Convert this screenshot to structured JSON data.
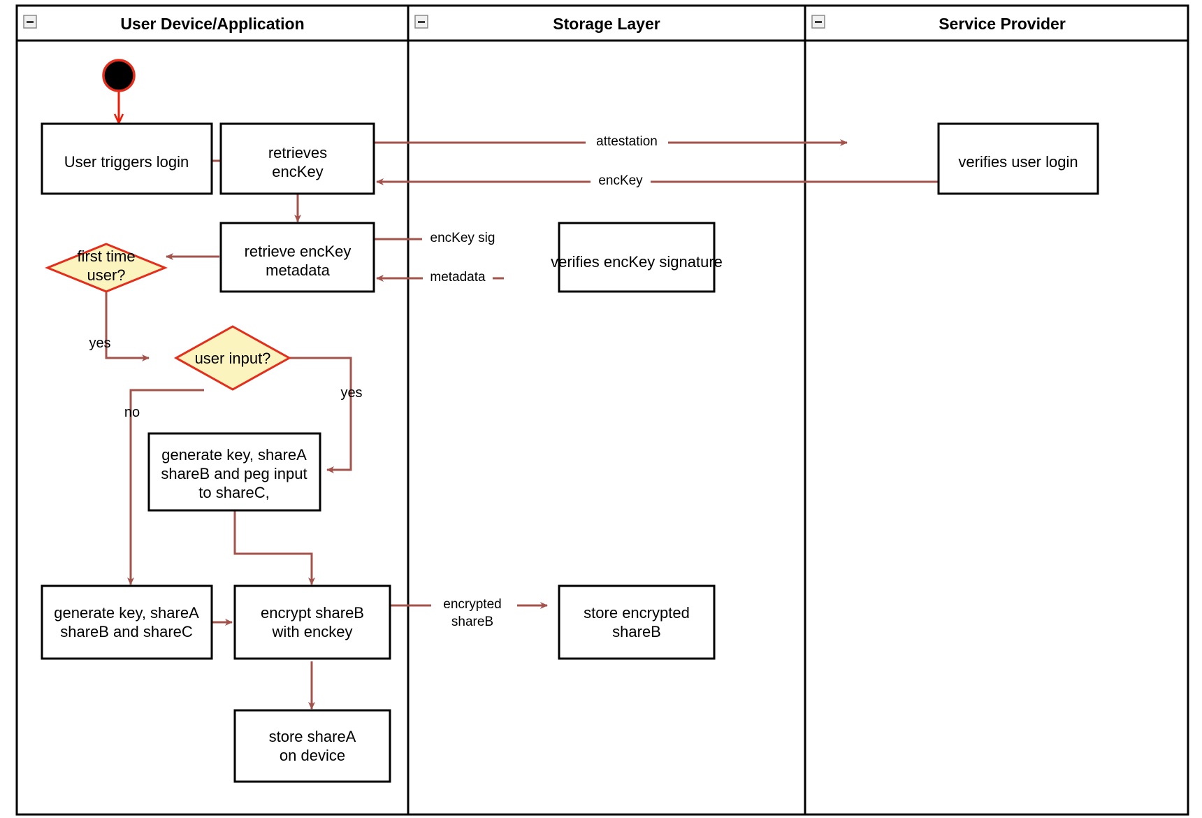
{
  "diagram": {
    "kind": "uml-activity-swimlane",
    "colors": {
      "flow_arrow": "#a3534b",
      "start_arrow": "#f01b06",
      "decision_fill": "#fcf4bf",
      "decision_stroke": "#e52d1c",
      "node_fill": "#ffffff",
      "node_stroke": "#000000",
      "lane_stroke": "#000000"
    },
    "lanes": [
      {
        "id": "user-device",
        "title": "User Device/Application",
        "collapse_icon": "minus-icon"
      },
      {
        "id": "storage-layer",
        "title": "Storage Layer",
        "collapse_icon": "minus-icon"
      },
      {
        "id": "service-provider",
        "title": "Service Provider",
        "collapse_icon": "minus-icon"
      }
    ],
    "nodes": [
      {
        "id": "start",
        "type": "initial-node",
        "label": "",
        "lane": "user-device"
      },
      {
        "id": "user-triggers-login",
        "type": "action",
        "lane": "user-device",
        "lines": [
          "User triggers login"
        ]
      },
      {
        "id": "retrieves-enckey",
        "type": "action",
        "lane": "user-device",
        "lines": [
          "retrieves",
          "encKey"
        ]
      },
      {
        "id": "verifies-user-login",
        "type": "action",
        "lane": "service-provider",
        "lines": [
          "verifies user login"
        ]
      },
      {
        "id": "retrieve-enckey-metadata",
        "type": "action",
        "lane": "user-device",
        "lines": [
          "retrieve encKey",
          "metadata"
        ]
      },
      {
        "id": "verifies-enckey-signature",
        "type": "action",
        "lane": "storage-layer",
        "lines": [
          "verifies encKey signature"
        ]
      },
      {
        "id": "first-time-user",
        "type": "decision",
        "lane": "user-device",
        "lines": [
          "first time",
          "user?"
        ]
      },
      {
        "id": "user-input",
        "type": "decision",
        "lane": "user-device",
        "lines": [
          "user input?"
        ]
      },
      {
        "id": "generate-key-peg",
        "type": "action",
        "lane": "user-device",
        "lines": [
          "generate key, shareA",
          "shareB and peg input",
          "to shareC,"
        ]
      },
      {
        "id": "generate-key-shares",
        "type": "action",
        "lane": "user-device",
        "lines": [
          "generate key, shareA",
          "shareB and shareC"
        ]
      },
      {
        "id": "encrypt-shareb",
        "type": "action",
        "lane": "user-device",
        "lines": [
          "encrypt shareB",
          "with enckey"
        ]
      },
      {
        "id": "store-encrypted-shareb",
        "type": "action",
        "lane": "storage-layer",
        "lines": [
          "store encrypted",
          "shareB"
        ]
      },
      {
        "id": "store-sharea-on-device",
        "type": "action",
        "lane": "user-device",
        "lines": [
          "store shareA",
          "on device"
        ]
      }
    ],
    "edges": [
      {
        "id": "e-start",
        "from": "start",
        "to": "user-triggers-login",
        "label": ""
      },
      {
        "id": "e-login-retrieve",
        "from": "user-triggers-login",
        "to": "retrieves-enckey",
        "label": ""
      },
      {
        "id": "e-attestation",
        "from": "retrieves-enckey",
        "to": "verifies-user-login",
        "label": "attestation"
      },
      {
        "id": "e-enckey",
        "from": "verifies-user-login",
        "to": "retrieves-enckey",
        "label": "encKey"
      },
      {
        "id": "e-retrieve-meta",
        "from": "retrieves-enckey",
        "to": "retrieve-enckey-metadata",
        "label": ""
      },
      {
        "id": "e-enckey-sig",
        "from": "retrieve-enckey-metadata",
        "to": "verifies-enckey-signature",
        "label": "encKey sig"
      },
      {
        "id": "e-metadata",
        "from": "verifies-enckey-signature",
        "to": "retrieve-enckey-metadata",
        "label": "metadata"
      },
      {
        "id": "e-meta-firsttime",
        "from": "retrieve-enckey-metadata",
        "to": "first-time-user",
        "label": ""
      },
      {
        "id": "e-firsttime-yes",
        "from": "first-time-user",
        "to": "user-input",
        "label": "yes"
      },
      {
        "id": "e-userinput-yes",
        "from": "user-input",
        "to": "generate-key-peg",
        "label": "yes"
      },
      {
        "id": "e-userinput-no",
        "from": "user-input",
        "to": "generate-key-shares",
        "label": "no"
      },
      {
        "id": "e-peg-encrypt",
        "from": "generate-key-peg",
        "to": "encrypt-shareb",
        "label": ""
      },
      {
        "id": "e-shares-encrypt",
        "from": "generate-key-shares",
        "to": "encrypt-shareb",
        "label": ""
      },
      {
        "id": "e-encrypted-shareb",
        "from": "encrypt-shareb",
        "to": "store-encrypted-shareb",
        "label_lines": [
          "encrypted",
          "shareB"
        ]
      },
      {
        "id": "e-encrypt-store-sharea",
        "from": "encrypt-shareb",
        "to": "store-sharea-on-device",
        "label": ""
      }
    ],
    "labels": {
      "attestation": "attestation",
      "enckey": "encKey",
      "enckey_sig": "encKey sig",
      "metadata": "metadata",
      "yes_firsttime": "yes",
      "yes_userinput": "yes",
      "no_userinput": "no",
      "encrypted_line1": "encrypted",
      "encrypted_line2": "shareB"
    },
    "node_text": {
      "user_triggers_login": "User triggers login",
      "retrieves_l1": "retrieves",
      "retrieves_l2": "encKey",
      "verifies_user_login": "verifies user login",
      "retrieve_meta_l1": "retrieve encKey",
      "retrieve_meta_l2": "metadata",
      "verifies_enckey_signature": "verifies encKey signature",
      "first_time_l1": "first time",
      "first_time_l2": "user?",
      "user_input": "user input?",
      "gen_peg_l1": "generate key, shareA",
      "gen_peg_l2": "shareB and peg input",
      "gen_peg_l3": "to shareC,",
      "gen_shares_l1": "generate key, shareA",
      "gen_shares_l2": "shareB and shareC",
      "encrypt_l1": "encrypt shareB",
      "encrypt_l2": "with enckey",
      "store_enc_l1": "store encrypted",
      "store_enc_l2": "shareB",
      "store_sharea_l1": "store shareA",
      "store_sharea_l2": "on device"
    }
  }
}
